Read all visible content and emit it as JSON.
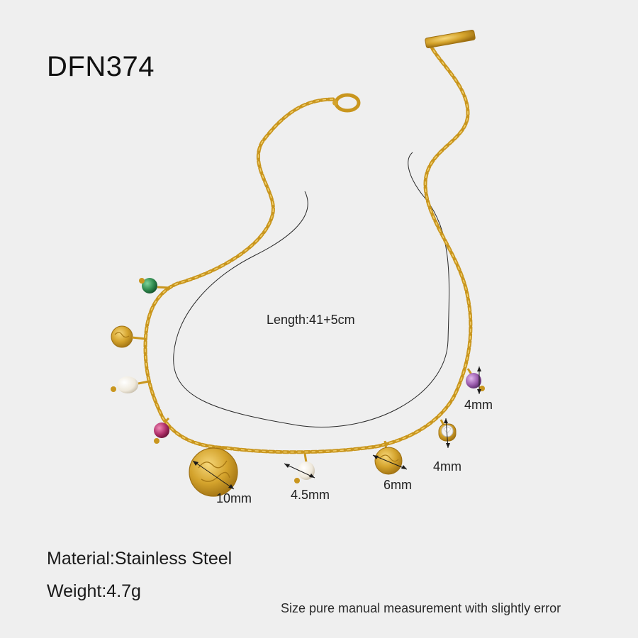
{
  "product": {
    "code": "DFN374",
    "length_label": "Length:41+5cm",
    "material": "Material:Stainless Steel",
    "weight": "Weight:4.7g",
    "note": "Size pure manual measurement with slightly error"
  },
  "dimensions": {
    "coin_large": "10mm",
    "pearl": "4.5mm",
    "coin_small": "6mm",
    "crystal": "4mm",
    "amethyst": "4mm"
  },
  "colors": {
    "background": "#efefef",
    "gold": "#d4a32c",
    "gold_dark": "#a97a16",
    "emerald": "#2f8a4e",
    "ruby": "#b0306a",
    "amethyst": "#9b5cae",
    "pearl": "#f6f2e8"
  }
}
